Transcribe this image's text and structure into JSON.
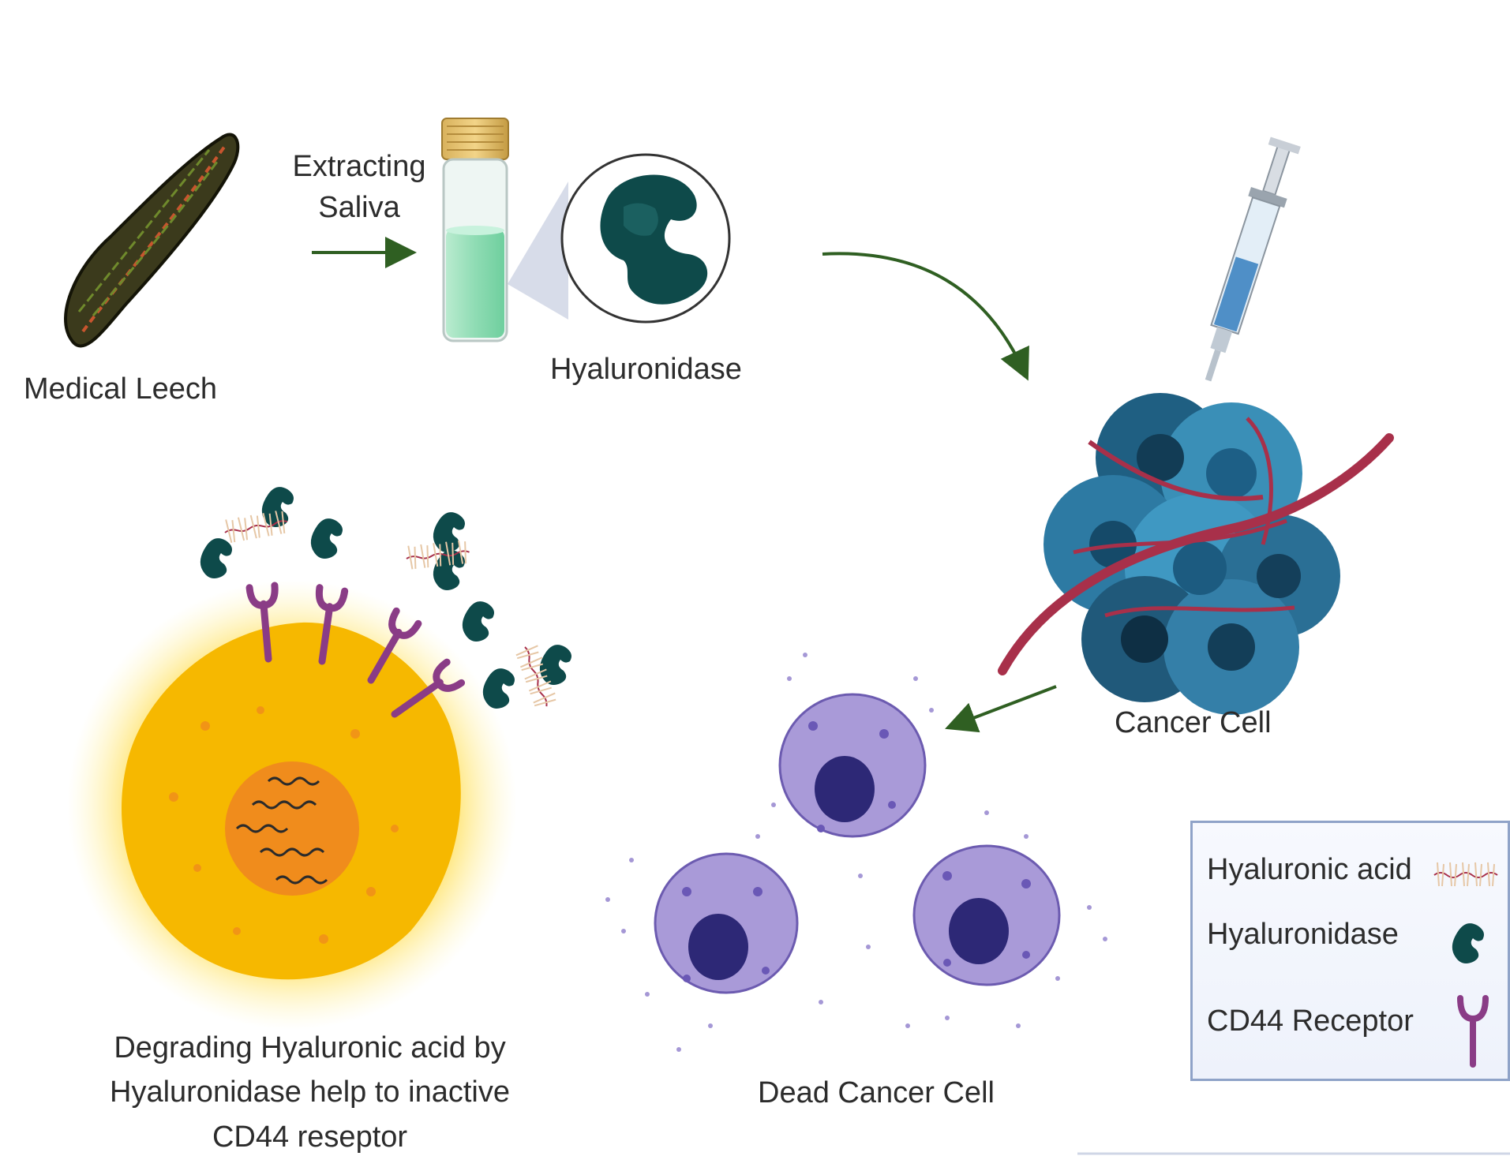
{
  "labels": {
    "extracting_line1": "Extracting",
    "extracting_line2": "Saliva",
    "medical_leech": "Medical Leech",
    "hyaluronidase": "Hyaluronidase",
    "cancer_cell": "Cancer Cell",
    "dead_cancer_cell": "Dead Cancer Cell",
    "degrading_line1": "Degrading Hyaluronic acid by",
    "degrading_line2": "Hyaluronidase help to inactive",
    "degrading_line3": "CD44 reseptor"
  },
  "legend": {
    "items": [
      {
        "label": "Hyaluronic acid",
        "icon": "hyaluronic-acid-icon"
      },
      {
        "label": "Hyaluronidase",
        "icon": "hyaluronidase-icon"
      },
      {
        "label": "CD44 Receptor",
        "icon": "cd44-receptor-icon"
      }
    ]
  },
  "colors": {
    "arrow": "#2f5f22",
    "enzyme": "#0e4a4a",
    "receptor": "#8a3c86",
    "cell_yellow": "#f6b800",
    "dead_cell": "#a99ad8",
    "tumor_blue": "#3a8fb7",
    "vessel": "#a8304a"
  }
}
